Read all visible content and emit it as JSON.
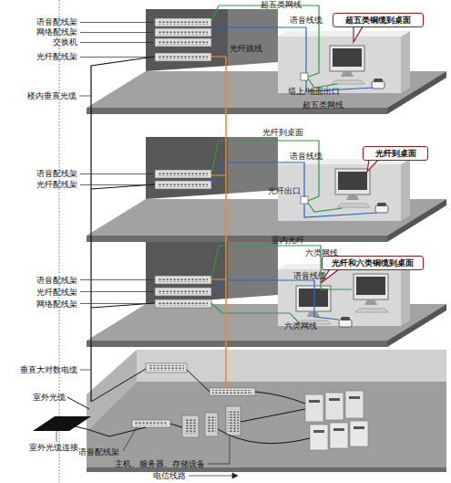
{
  "diagram": {
    "nodes": [
      {
        "text": [
          "超五类铜缆到桌面"
        ]
      },
      {
        "text": [
          "光纤到桌面"
        ]
      },
      {
        "text": [
          "光纤和六类铜缆到桌面"
        ]
      }
    ],
    "labels": [
      "超五类网线",
      "语音配线架",
      "语音线缆",
      "网络配线架",
      "交换机",
      "光纤跳线",
      "光纤配线架",
      "墙上/地面出口",
      "楼内垂直光缆",
      "超五类网线",
      "光纤到桌面",
      "语音线缆",
      "语音配线架",
      "光纤配线架",
      "光纤出口",
      "室内光纤",
      "六类网线",
      "语音线缆",
      "语音配线架",
      "光纤配线架",
      "网络配线架",
      "六类网线",
      "垂直大对数电缆",
      "室外光缆",
      "室外光缆连接",
      "语音配线架",
      "主机、服务器、存储设备",
      "电信线路"
    ]
  }
}
